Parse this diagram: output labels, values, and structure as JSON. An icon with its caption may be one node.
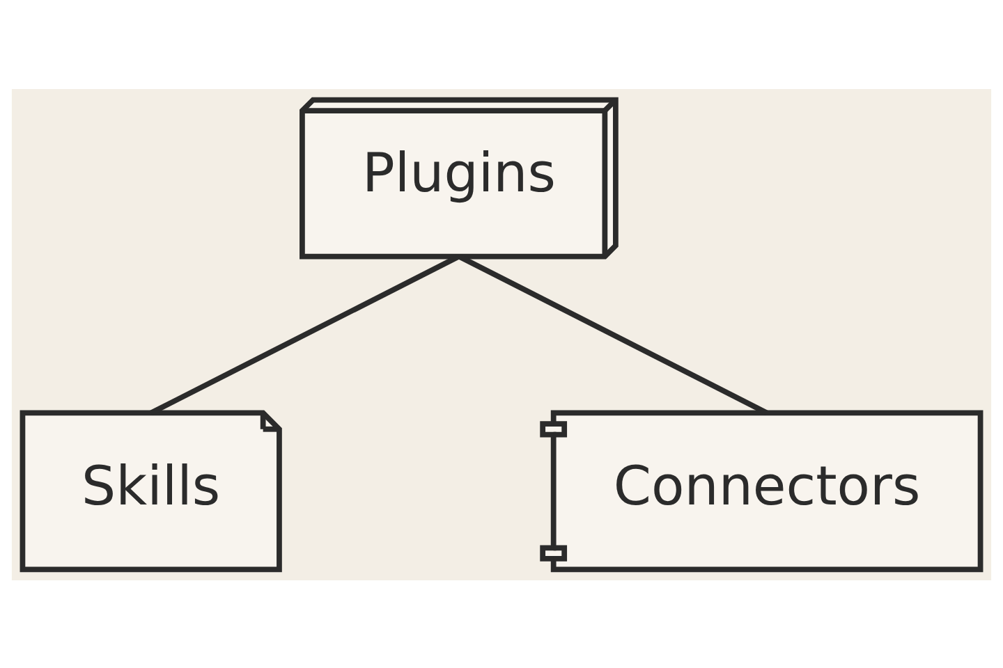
{
  "diagram": {
    "nodes": [
      {
        "text": [
          "Plugins"
        ]
      },
      {
        "text": [
          "Skills"
        ]
      },
      {
        "text": [
          "Connectors"
        ]
      }
    ],
    "edges": [
      {
        "from": 0,
        "to": 1,
        "arrow": "none"
      },
      {
        "from": 0,
        "to": 2,
        "arrow": "none"
      }
    ]
  }
}
